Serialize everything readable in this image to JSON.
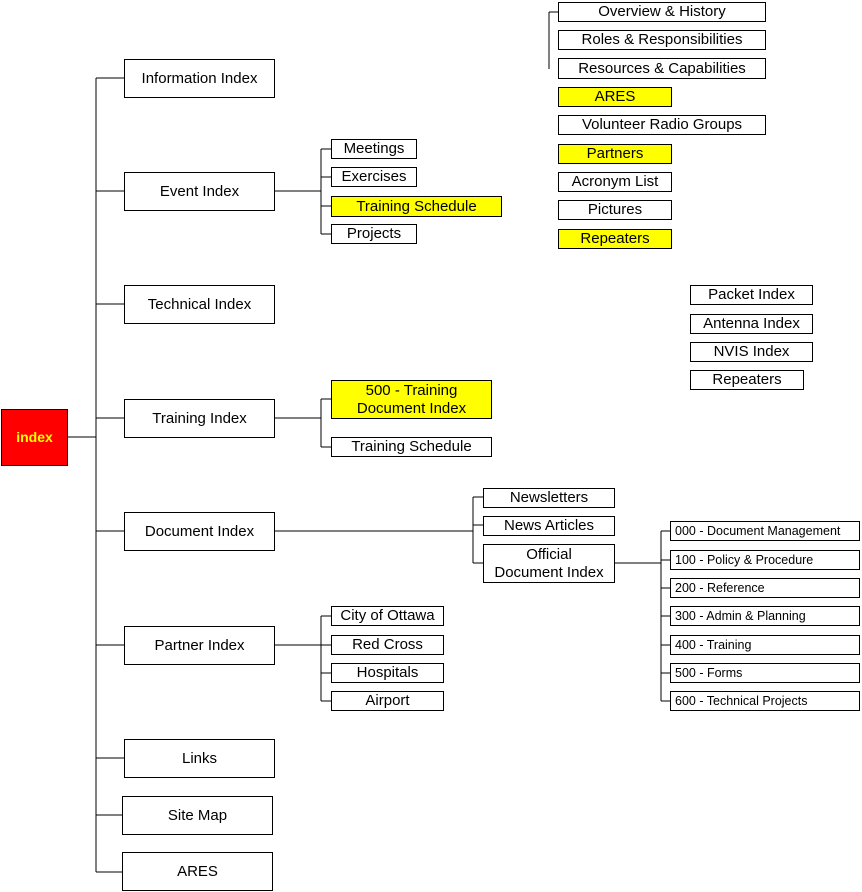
{
  "root": {
    "label": "index",
    "fill": "#ff0000",
    "text_color": "#ffff00"
  },
  "highlight_color": "#ffff00",
  "main_nodes": [
    {
      "label": "Information Index"
    },
    {
      "label": "Event Index"
    },
    {
      "label": "Technical Index"
    },
    {
      "label": "Training Index"
    },
    {
      "label": "Document Index"
    },
    {
      "label": "Partner Index"
    },
    {
      "label": "Links"
    },
    {
      "label": "Site Map"
    },
    {
      "label": "ARES"
    }
  ],
  "event_children": [
    {
      "label": "Meetings",
      "highlighted": false
    },
    {
      "label": "Exercises",
      "highlighted": false
    },
    {
      "label": "Training Schedule",
      "highlighted": true
    },
    {
      "label": "Projects",
      "highlighted": false
    }
  ],
  "training_children": [
    {
      "label": "500 - Training\nDocument Index",
      "highlighted": true
    },
    {
      "label": "Training Schedule",
      "highlighted": false
    }
  ],
  "document_children": [
    {
      "label": "Newsletters"
    },
    {
      "label": "News Articles"
    },
    {
      "label": "Official\nDocument Index"
    }
  ],
  "official_document_children": [
    {
      "label": "000 - Document Management"
    },
    {
      "label": "100 - Policy & Procedure"
    },
    {
      "label": "200 - Reference"
    },
    {
      "label": "300 - Admin & Planning"
    },
    {
      "label": "400 - Training"
    },
    {
      "label": "500 - Forms"
    },
    {
      "label": "600 - Technical Projects"
    }
  ],
  "partner_children": [
    {
      "label": "City of Ottawa"
    },
    {
      "label": "Red Cross"
    },
    {
      "label": "Hospitals"
    },
    {
      "label": "Airport"
    }
  ],
  "ares_pages": [
    {
      "label": "Overview & History",
      "highlighted": false
    },
    {
      "label": "Roles & Responsibilities",
      "highlighted": false
    },
    {
      "label": "Resources & Capabilities",
      "highlighted": false
    },
    {
      "label": "ARES",
      "highlighted": true
    },
    {
      "label": "Volunteer Radio Groups",
      "highlighted": false
    },
    {
      "label": "Partners",
      "highlighted": true
    },
    {
      "label": "Acronym List",
      "highlighted": false
    },
    {
      "label": "Pictures",
      "highlighted": false
    },
    {
      "label": "Repeaters",
      "highlighted": true
    }
  ],
  "technical_pages": [
    {
      "label": "Packet Index"
    },
    {
      "label": "Antenna Index"
    },
    {
      "label": "NVIS Index"
    },
    {
      "label": "Repeaters"
    }
  ]
}
